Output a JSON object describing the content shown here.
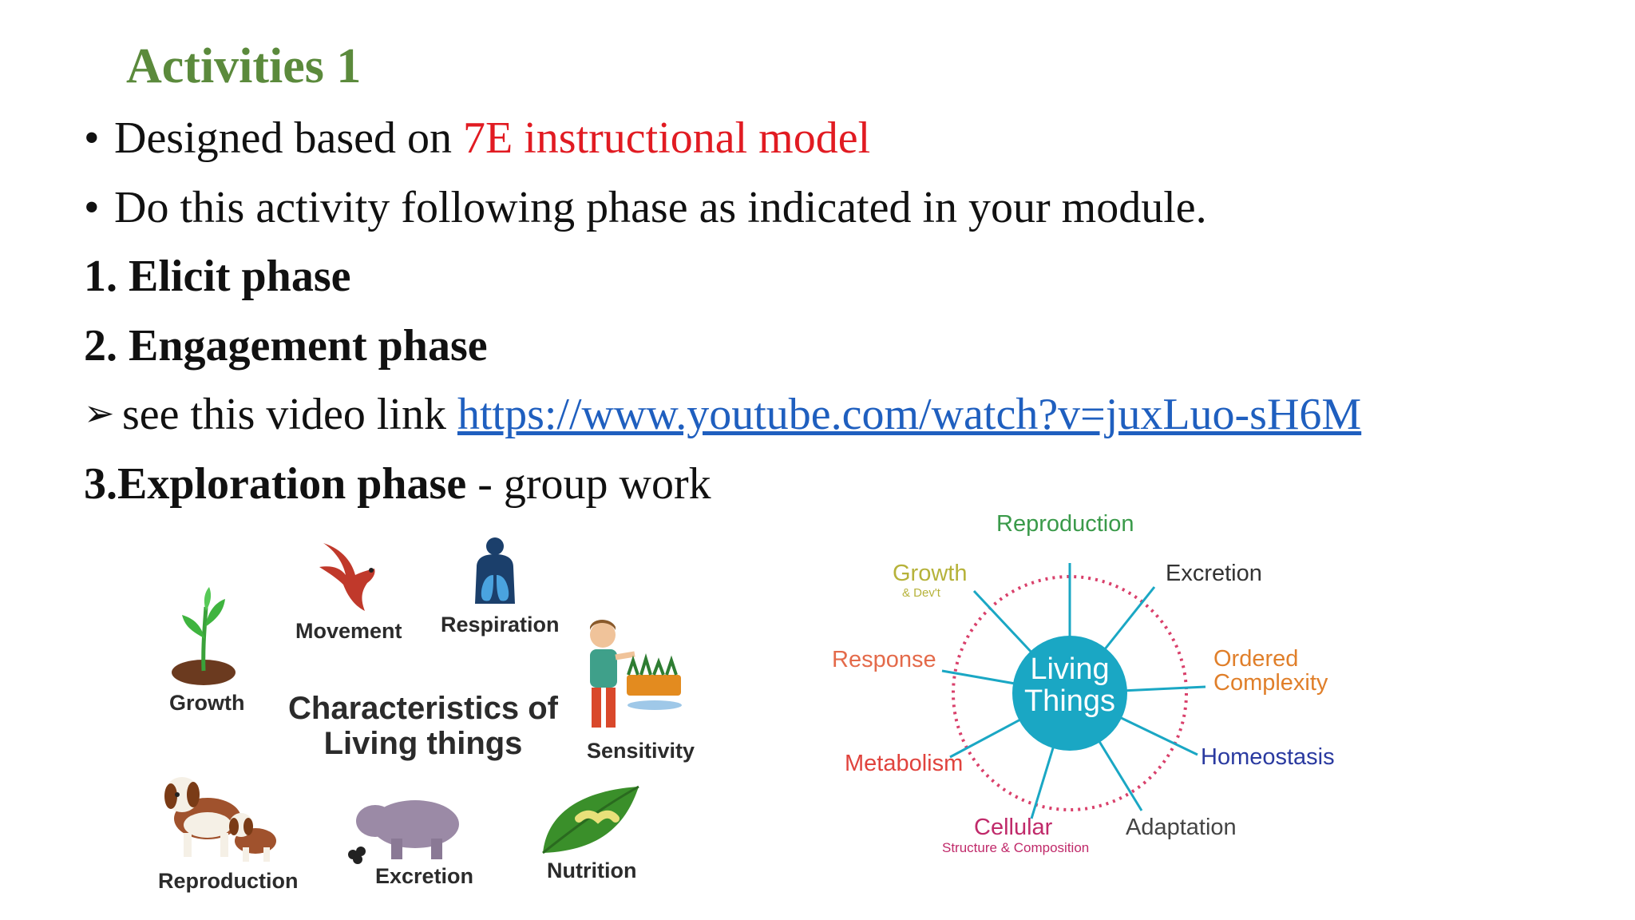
{
  "slide": {
    "title": "Activities 1",
    "bullet1_prefix": "Designed based on ",
    "bullet1_highlight": "7E instructional model",
    "bullet2": "Do this activity following phase as indicated in your module.",
    "bullet_char": "•",
    "step1": "1. Elicit phase",
    "step2": "2. Engagement phase",
    "arrow_char": "➢",
    "video_text": "see this video link",
    "video_url": "https://www.youtube.com/watch?v=juxLuo-sH6M",
    "step3_bold": "3.Exploration phase",
    "step3_rest": " - group work"
  },
  "left_figure": {
    "heading_line1": "Characteristics of",
    "heading_line2": "Living things",
    "labels": {
      "movement": "Movement",
      "respiration": "Respiration",
      "growth": "Growth",
      "sensitivity": "Sensitivity",
      "reproduction": "Reproduction",
      "excretion": "Excretion",
      "nutrition": "Nutrition"
    }
  },
  "right_figure": {
    "center_line1": "Living",
    "center_line2": "Things",
    "labels": {
      "reproduction": "Reproduction",
      "growth": "Growth",
      "growth_sub": "& Dev't",
      "excretion": "Excretion",
      "response": "Response",
      "ordered1": "Ordered",
      "ordered2": "Complexity",
      "metabolism": "Metabolism",
      "homeostasis": "Homeostasis",
      "cellular": "Cellular",
      "cellular_sub": "Structure & Composition",
      "adaptation": "Adaptation"
    },
    "colors": {
      "center": "#1aa7c4",
      "ring": "#d9406b",
      "spoke": "#1aa7c4",
      "reproduction": "#3a9a4a",
      "growth": "#b6b23a",
      "excretion": "#333333",
      "response": "#e46a4a",
      "ordered": "#e07f2a",
      "metabolism": "#e0433d",
      "homeostasis": "#2a3aa0",
      "cellular": "#c02a6a",
      "adaptation": "#444444"
    }
  }
}
